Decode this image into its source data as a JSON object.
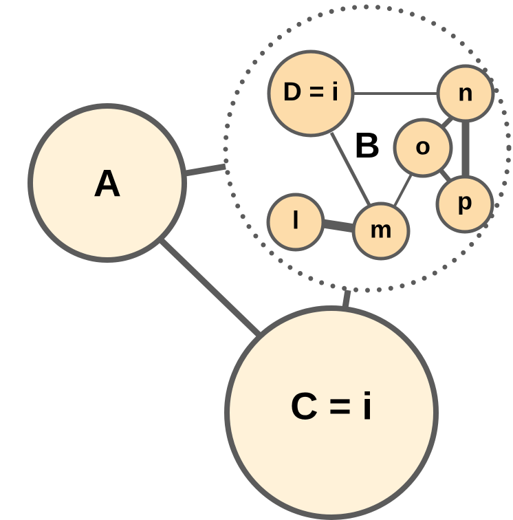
{
  "colors": {
    "stroke": "#5b5b5b",
    "outer_fill": "#fff2d9",
    "inner_fill": "#fddcaa",
    "text": "#000000"
  },
  "nodes": {
    "A": {
      "label": "A"
    },
    "B": {
      "label": "B"
    },
    "C": {
      "label": "C = i"
    },
    "D": {
      "label": "D = i"
    },
    "l": {
      "label": "l"
    },
    "m": {
      "label": "m"
    },
    "n": {
      "label": "n"
    },
    "o": {
      "label": "o"
    },
    "p": {
      "label": "p"
    }
  },
  "edges": [
    {
      "from": "A",
      "to": "B",
      "weight": "thick"
    },
    {
      "from": "A",
      "to": "C",
      "weight": "thick"
    },
    {
      "from": "B",
      "to": "C",
      "weight": "thick"
    },
    {
      "from": "D",
      "to": "n",
      "weight": "thin"
    },
    {
      "from": "D",
      "to": "m",
      "weight": "medium"
    },
    {
      "from": "l",
      "to": "m",
      "weight": "heavy"
    },
    {
      "from": "m",
      "to": "o",
      "weight": "thin"
    },
    {
      "from": "o",
      "to": "n",
      "weight": "thick"
    },
    {
      "from": "o",
      "to": "p",
      "weight": "thick"
    },
    {
      "from": "n",
      "to": "p",
      "weight": "heavy"
    }
  ]
}
